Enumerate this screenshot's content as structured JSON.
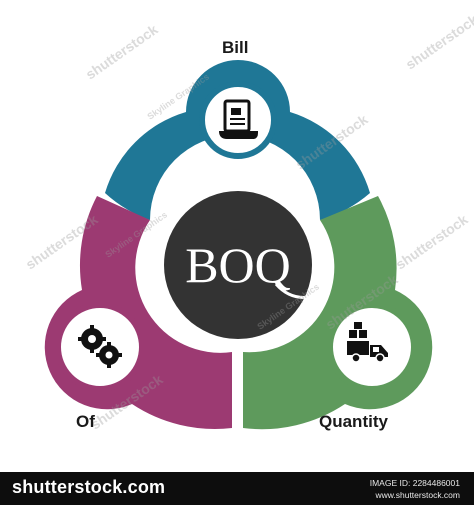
{
  "diagram": {
    "center_text": "BOQ",
    "segments": [
      {
        "id": "bill",
        "label": "Bill",
        "color": "#1f7796",
        "icon": "scroll-document-icon"
      },
      {
        "id": "of",
        "label": "Of",
        "color": "#9c3a72",
        "icon": "gears-icon"
      },
      {
        "id": "quantity",
        "label": "Quantity",
        "color": "#5e9a5c",
        "icon": "delivery-truck-icon"
      }
    ],
    "center_color": "#333333",
    "ring_color": "#ffffff"
  },
  "watermark": {
    "credit": "Skyline Graphics",
    "stock": "shutterstock"
  },
  "footer": {
    "brand": "shutterstock.com",
    "image_id": "IMAGE ID: 2284486001",
    "site": "www.shutterstock.com"
  }
}
